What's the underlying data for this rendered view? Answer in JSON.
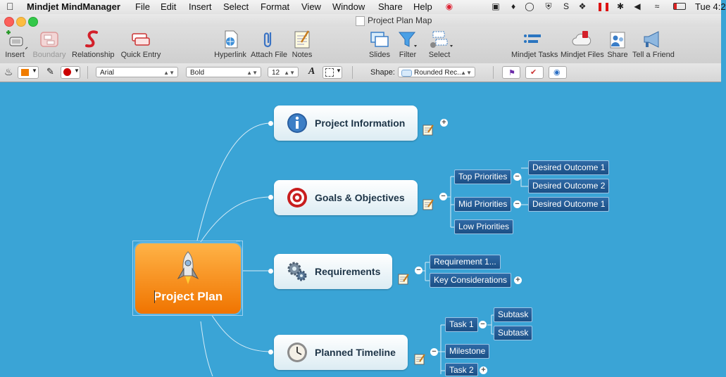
{
  "menubar": {
    "app_name": "Mindjet MindManager",
    "items": [
      "File",
      "Edit",
      "Insert",
      "Select",
      "Format",
      "View",
      "Window",
      "Share",
      "Help"
    ],
    "clock": "Tue 4:2"
  },
  "window": {
    "title": "Project Plan Map"
  },
  "toolbar": {
    "insert": "Insert",
    "boundary": "Boundary",
    "relationship": "Relationship",
    "quick_entry": "Quick Entry",
    "hyperlink": "Hyperlink",
    "attach_file": "Attach File",
    "notes": "Notes",
    "slides": "Slides",
    "filter": "Filter",
    "select": "Select",
    "mindjet_tasks": "Mindjet Tasks",
    "mindjet_files": "Mindjet Files",
    "share": "Share",
    "tell_a_friend": "Tell a Friend"
  },
  "formatbar": {
    "fill_color": "#f07c00",
    "line_color": "#cc0000",
    "font": "Arial",
    "weight": "Bold",
    "size": "12",
    "shape_label": "Shape:",
    "shape_value": "Rounded Rec..."
  },
  "map": {
    "central": "Project Plan",
    "topics": [
      {
        "label": "Project Information",
        "icon": "info-icon"
      },
      {
        "label": "Goals & Objectives",
        "icon": "target-icon"
      },
      {
        "label": "Requirements",
        "icon": "gears-icon"
      },
      {
        "label": "Planned Timeline",
        "icon": "clock-icon"
      }
    ],
    "goals": {
      "top": "Top Priorities",
      "mid": "Mid Priorities",
      "low": "Low Priorities",
      "outcome1": "Desired Outcome 1",
      "outcome2": "Desired Outcome 2",
      "outcome3": "Desired Outcome 1"
    },
    "requirements": {
      "req1": "Requirement 1...",
      "key": "Key Considerations"
    },
    "timeline": {
      "task1": "Task 1",
      "subtask1": "Subtask",
      "subtask2": "Subtask",
      "milestone": "Milestone",
      "task2": "Task 2"
    }
  },
  "colors": {
    "canvas": "#3aa4d6",
    "central": "#f07400",
    "subtopic": "#1f5790"
  }
}
